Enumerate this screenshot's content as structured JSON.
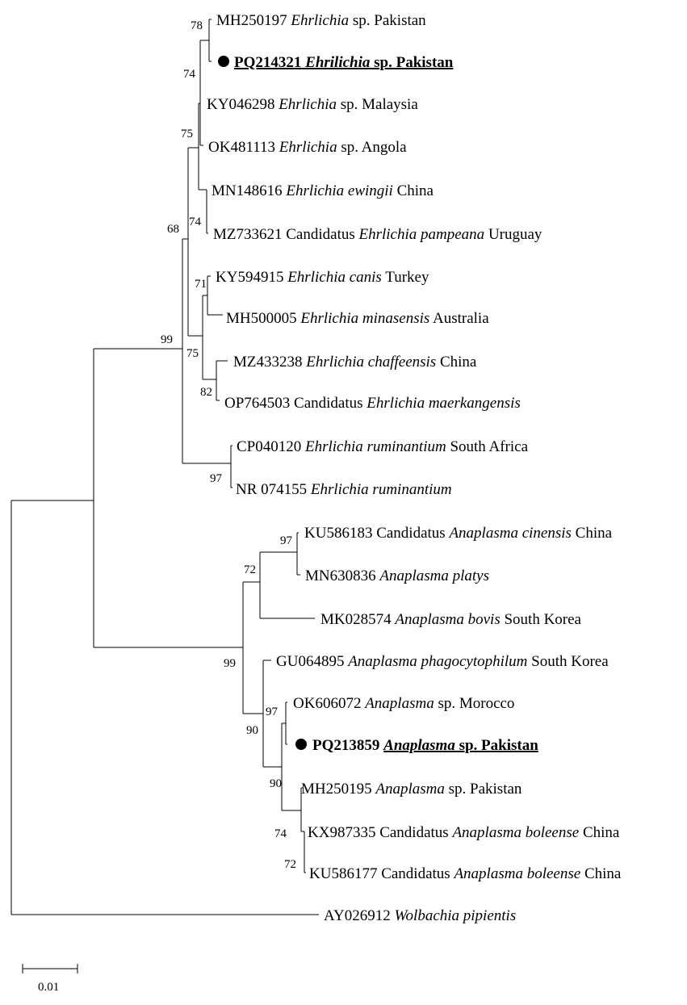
{
  "scale_bar": {
    "label": "0.01"
  },
  "taxa": {
    "t1": {
      "acc": "MH250197",
      "pre": "",
      "ital": "Ehrlichia",
      "post": " sp. Pakistan"
    },
    "t2": {
      "acc": "PQ214321",
      "pre": "",
      "ital": "Ehrilichia",
      "post": " sp. Pakistan",
      "highlight": true
    },
    "t3": {
      "acc": "KY046298",
      "pre": "",
      "ital": "Ehrlichia",
      "post": " sp. Malaysia"
    },
    "t4": {
      "acc": "OK481113",
      "pre": "",
      "ital": "Ehrlichia",
      "post": " sp. Angola"
    },
    "t5": {
      "acc": "MN148616",
      "pre": "",
      "ital": "Ehrlichia ewingii",
      "post": " China"
    },
    "t6": {
      "acc": "MZ733621",
      "pre": " Candidatus",
      "ital": "Ehrlichia pampeana",
      "post": " Uruguay"
    },
    "t7": {
      "acc": "KY594915",
      "pre": "",
      "ital": "Ehrlichia canis",
      "post": " Turkey"
    },
    "t8": {
      "acc": "MH500005",
      "pre": "",
      "ital": "Ehrlichia minasensis",
      "post": " Australia"
    },
    "t9": {
      "acc": "MZ433238",
      "pre": "",
      "ital": "Ehrlichia chaffeensis",
      "post": " China"
    },
    "t10": {
      "acc": "OP764503",
      "pre": " Candidatus",
      "ital": "Ehrlichia maerkangensis",
      "post": ""
    },
    "t11": {
      "acc": "CP040120",
      "pre": "",
      "ital": "Ehrlichia ruminantium",
      "post": " South Africa"
    },
    "t12": {
      "acc": "NR 074155",
      "pre": "",
      "ital": "Ehrlichia ruminantium",
      "post": ""
    },
    "t13": {
      "acc": "KU586183",
      "pre": " Candidatus",
      "ital": "Anaplasma cinensis",
      "post": " China"
    },
    "t14": {
      "acc": "MN630836",
      "pre": "",
      "ital": "Anaplasma platys",
      "post": ""
    },
    "t15": {
      "acc": "MK028574",
      "pre": "",
      "ital": "Anaplasma bovis",
      "post": " South Korea"
    },
    "t16": {
      "acc": "GU064895",
      "pre": "",
      "ital": "Anaplasma phagocytophilum",
      "post": " South Korea"
    },
    "t17": {
      "acc": "OK606072",
      "pre": "",
      "ital": "Anaplasma",
      "post": " sp. Morocco"
    },
    "t18": {
      "acc": "PQ213859",
      "pre": "",
      "ital": "Anaplasma",
      "post": " sp. Pakistan",
      "highlight": true
    },
    "t19": {
      "acc": "MH250195",
      "pre": "",
      "ital": "Anaplasma",
      "post": " sp. Pakistan"
    },
    "t20": {
      "acc": "KX987335",
      "pre": " Candidatus",
      "ital": "Anaplasma boleense",
      "post": " China"
    },
    "t21": {
      "acc": "KU586177",
      "pre": " Candidatus",
      "ital": "Anaplasma boleense",
      "post": " China"
    },
    "t22": {
      "acc": "AY026912",
      "pre": "",
      "ital": "Wolbachia pipientis",
      "post": ""
    }
  },
  "bootstrap": {
    "b78": "78",
    "b74a": "74",
    "b75a": "75",
    "b74b": "74",
    "b68": "68",
    "b71": "71",
    "b75b": "75",
    "b82": "82",
    "b99a": "99",
    "b97a": "97",
    "b97b": "97",
    "b72a": "72",
    "b99b": "99",
    "b97c": "97",
    "b90a": "90",
    "b90b": "90",
    "b74c": "74",
    "b72b": "72"
  }
}
